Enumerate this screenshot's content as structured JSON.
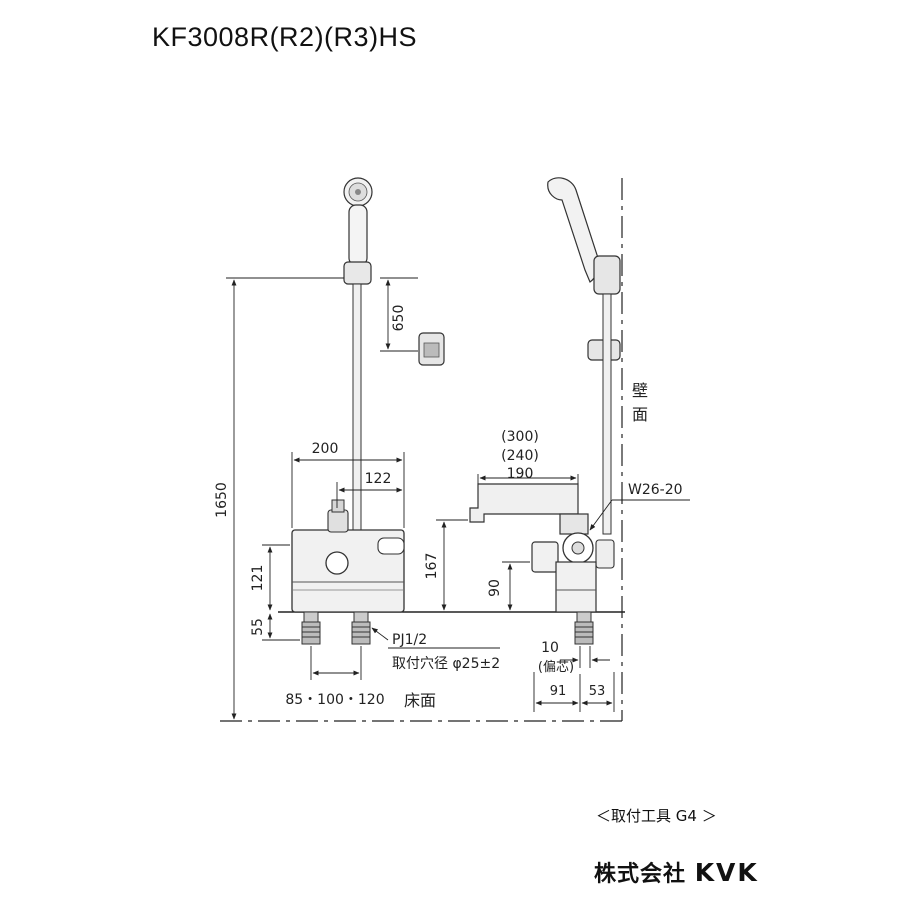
{
  "title": "KF3008R(R2)(R3)HS",
  "labels": {
    "height_total": "1650",
    "hook_spacing": "650",
    "width_200": "200",
    "width_122": "122",
    "height_121": "121",
    "height_55": "55",
    "pipe_pitch": "85・100・120",
    "pj": "PJ1/2",
    "hole_diameter": "取付穴径 φ25±2",
    "floor": "床面",
    "spout_300": "(300)",
    "spout_240": "(240)",
    "spout_190": "190",
    "height_167": "167",
    "height_90": "90",
    "w_thread": "W26-20",
    "wall_1": "壁",
    "wall_2": "面",
    "offset_10": "10",
    "offset_note": "(偏芯)",
    "depth_91": "91",
    "depth_53": "53"
  },
  "footer": {
    "tool_note": "＜取付工具 G4 ＞",
    "company_prefix": "株式会社",
    "brand": "KVK"
  }
}
